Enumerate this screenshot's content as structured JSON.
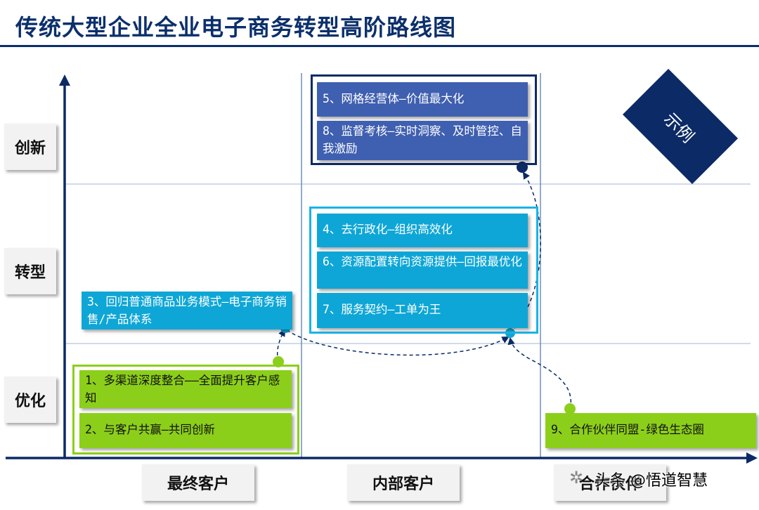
{
  "title": "传统大型企业全业电子商务转型高阶路线图",
  "y_axis": [
    "创新",
    "转型",
    "优化"
  ],
  "x_axis": [
    "最终客户",
    "内部客户",
    "合作伙伴"
  ],
  "badge": "示例",
  "boxes": {
    "b5": "5、网格经营体—价值最大化",
    "b8": "8、监督考核—实时洞察、及时管控、自我激励",
    "b4": "4、去行政化—组织高效化",
    "b6": "6、资源配置转向资源提供—回报最优化",
    "b7": "7、服务契约—工单为王",
    "b3": "3、回归普通商品业务模式—电子商务销售/产品体系",
    "b1": "1、多渠道深度整合——全面提升客户感知",
    "b2": "2、与客户共赢—共同创新",
    "b9": "9、合作伙伴同盟-绿色生态圈"
  },
  "watermark": "头条 @悟道智慧",
  "colors": {
    "navy": "#0b2a66",
    "box_navy": "#3f5fb0",
    "box_cyan": "#0ea6d6",
    "box_green": "#8ccf1a",
    "grid": "#9fb7d6"
  }
}
